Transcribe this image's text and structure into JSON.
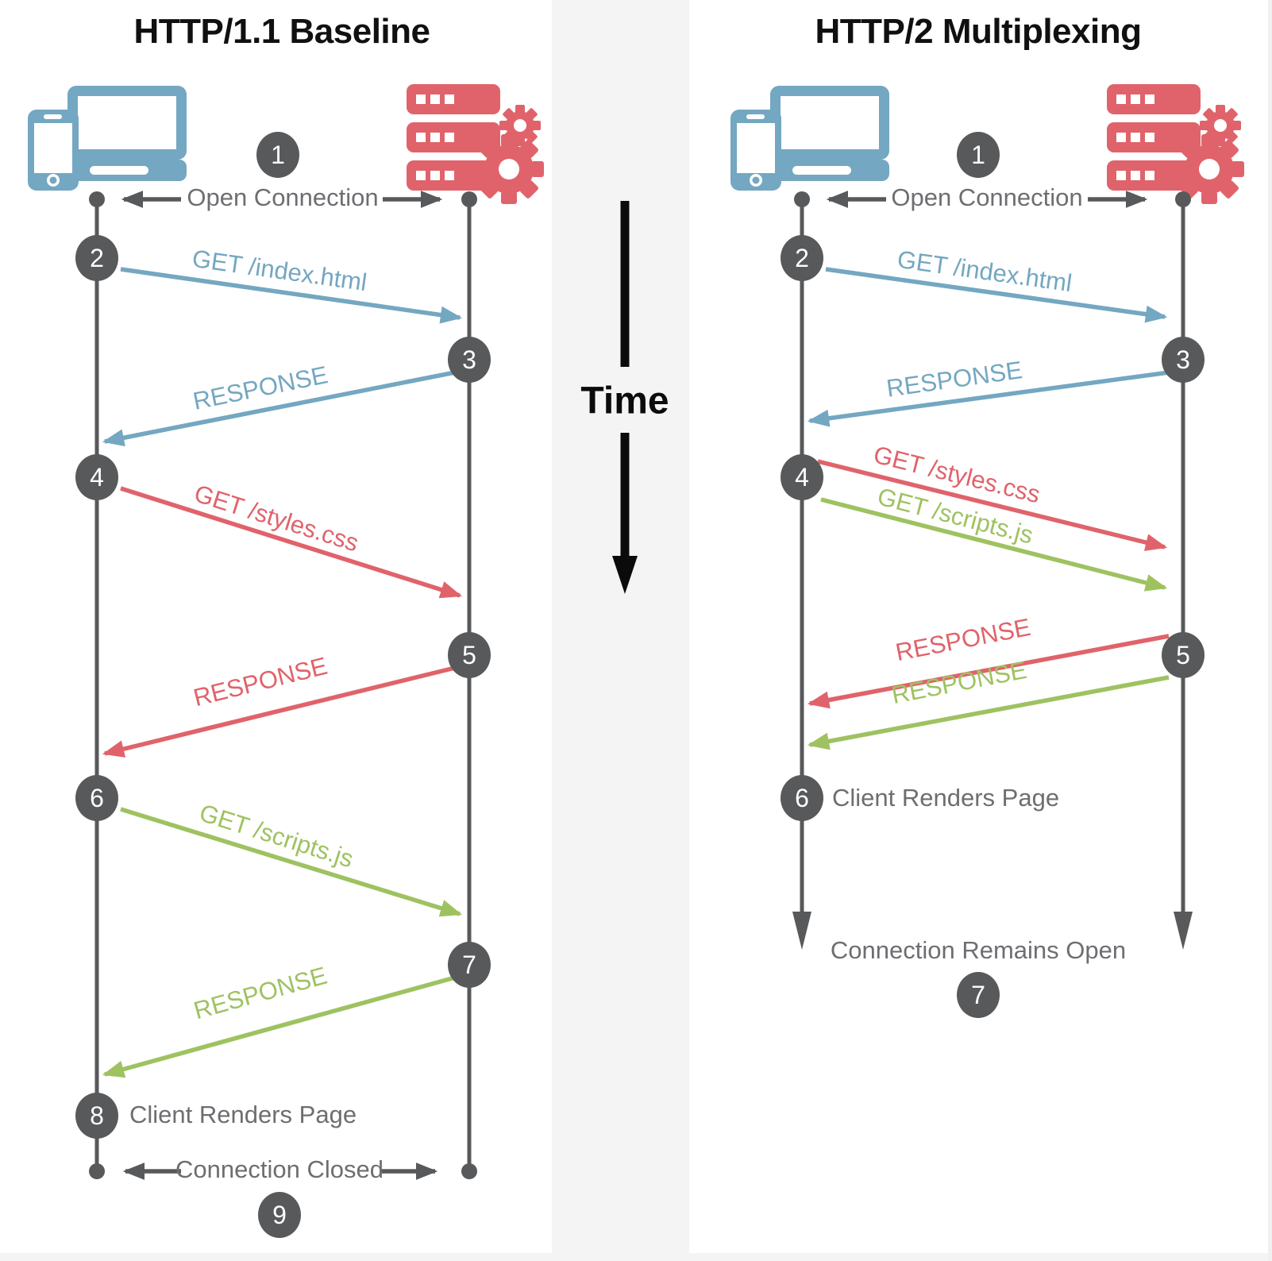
{
  "time_label": "Time",
  "colors": {
    "blue_arrow": "#74a7c1",
    "red_arrow": "#e0636b",
    "green_arrow": "#9fc261",
    "badge_dark": "#58595b",
    "lifeline_gray": "#58595b",
    "label_gray": "#6d6e71",
    "band_gray": "#f4f4f5",
    "client_icon_blue": "#74a7c1",
    "server_icon_red": "#e0636b"
  },
  "left": {
    "title": "HTTP/1.1 Baseline",
    "open_connection": "Open Connection",
    "messages": {
      "get_index": "GET /index.html",
      "response_index": "RESPONSE",
      "get_styles": "GET /styles.css",
      "response_styles": "RESPONSE",
      "get_scripts": "GET /scripts.js",
      "response_scripts": "RESPONSE"
    },
    "client_renders": "Client Renders Page",
    "connection_closed": "Connection Closed",
    "badges": [
      "1",
      "2",
      "3",
      "4",
      "5",
      "6",
      "7",
      "8",
      "9"
    ]
  },
  "right": {
    "title": "HTTP/2 Multiplexing",
    "open_connection": "Open Connection",
    "messages": {
      "get_index": "GET /index.html",
      "response_index": "RESPONSE",
      "get_styles": "GET /styles.css",
      "get_scripts": "GET /scripts.js",
      "response_styles": "RESPONSE",
      "response_scripts": "RESPONSE"
    },
    "client_renders": "Client Renders Page",
    "connection_remains_open": "Connection Remains Open",
    "badges": [
      "1",
      "2",
      "3",
      "4",
      "5",
      "6",
      "7"
    ]
  }
}
